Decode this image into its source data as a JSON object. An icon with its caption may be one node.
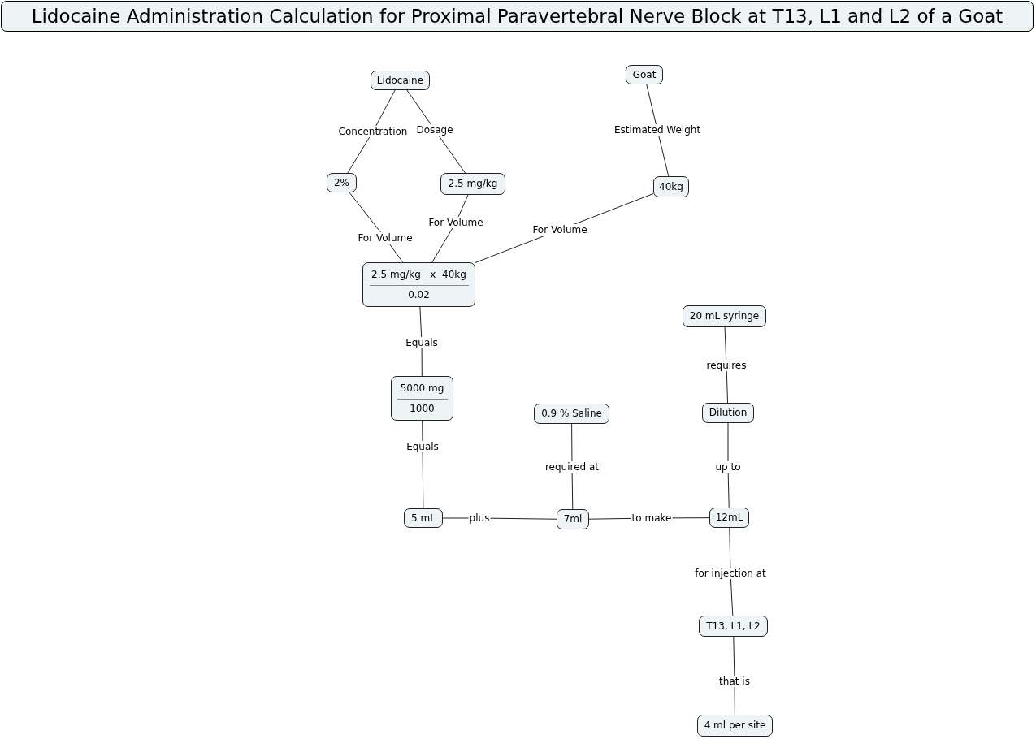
{
  "diagram": {
    "title": "Lidocaine Administration Calculation for Proximal Paravertebral Nerve Block at T13, L1 and L2 of a Goat",
    "nodes": [
      {
        "text": [
          "Lidocaine"
        ]
      },
      {
        "text": [
          "Goat"
        ]
      },
      {
        "text": [
          "2%"
        ]
      },
      {
        "text": [
          "2.5 mg/kg"
        ]
      },
      {
        "text": [
          "40kg"
        ]
      },
      {
        "text": [
          "2.5 mg/kg   x  40kg",
          "0.02"
        ]
      },
      {
        "text": [
          "5000 mg",
          "1000"
        ]
      },
      {
        "text": [
          "20 mL syringe"
        ]
      },
      {
        "text": [
          "0.9 % Saline"
        ]
      },
      {
        "text": [
          "Dilution"
        ]
      },
      {
        "text": [
          "5 mL"
        ]
      },
      {
        "text": [
          "7ml"
        ]
      },
      {
        "text": [
          "12mL"
        ]
      },
      {
        "text": [
          "T13, L1, L2"
        ]
      },
      {
        "text": [
          "4 ml per site"
        ]
      }
    ],
    "edges": [
      {
        "from": 0,
        "to": 2,
        "arrow": "none",
        "label": "Concentration"
      },
      {
        "from": 0,
        "to": 3,
        "arrow": "none",
        "label": "Dosage"
      },
      {
        "from": 1,
        "to": 4,
        "arrow": "none",
        "label": "Estimated Weight"
      },
      {
        "from": 2,
        "to": 5,
        "arrow": "none",
        "label": "For Volume"
      },
      {
        "from": 3,
        "to": 5,
        "arrow": "none",
        "label": "For Volume"
      },
      {
        "from": 4,
        "to": 5,
        "arrow": "none",
        "label": "For Volume"
      },
      {
        "from": 5,
        "to": 6,
        "arrow": "none",
        "label": "Equals"
      },
      {
        "from": 6,
        "to": 10,
        "arrow": "none",
        "label": "Equals"
      },
      {
        "from": 10,
        "to": 11,
        "arrow": "none",
        "label": "plus"
      },
      {
        "from": 8,
        "to": 11,
        "arrow": "none",
        "label": "required at"
      },
      {
        "from": 11,
        "to": 12,
        "arrow": "none",
        "label": "to make"
      },
      {
        "from": 7,
        "to": 9,
        "arrow": "none",
        "label": "requires"
      },
      {
        "from": 9,
        "to": 12,
        "arrow": "none",
        "label": "up to"
      },
      {
        "from": 12,
        "to": 13,
        "arrow": "none",
        "label": "for injection at"
      },
      {
        "from": 13,
        "to": 14,
        "arrow": "none",
        "label": "that is"
      }
    ]
  }
}
